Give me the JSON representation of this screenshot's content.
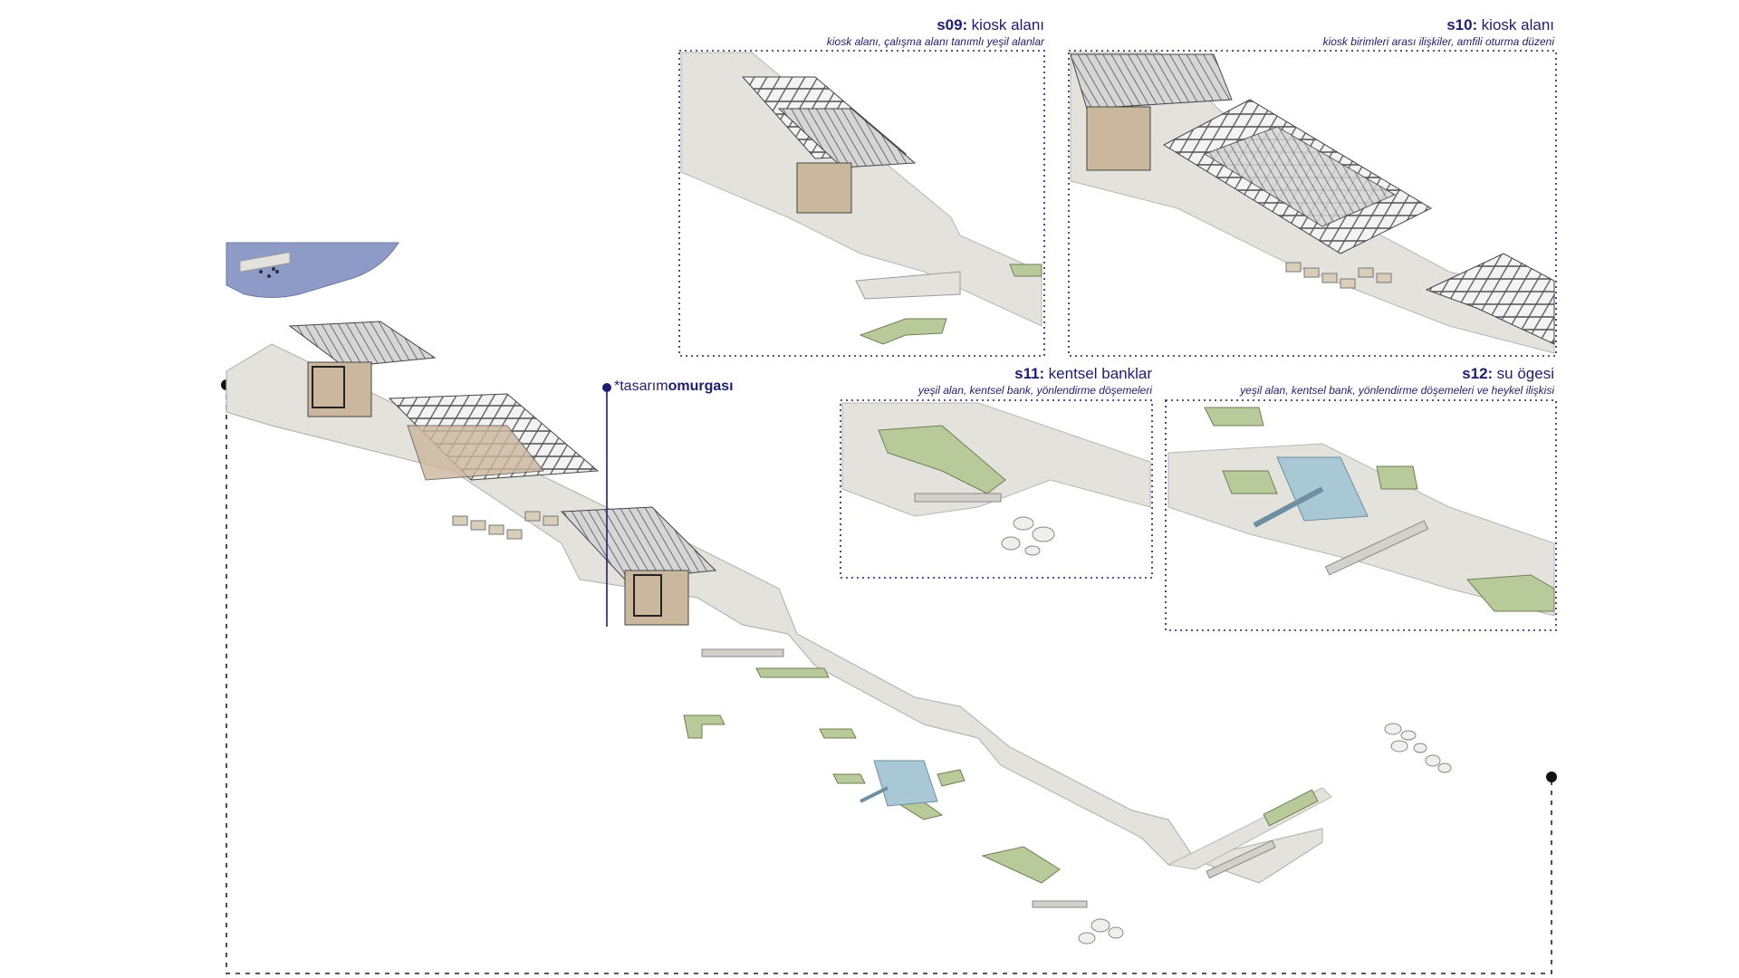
{
  "spine_label": {
    "prefix": "*tasarım",
    "bold": "omurgası"
  },
  "panels": [
    {
      "code": "s09:",
      "title": "kiosk alanı",
      "subtitle": "kiosk alanı, çalışma alanı tanımlı yeşil alanlar"
    },
    {
      "code": "s10:",
      "title": "kiosk alanı",
      "subtitle": "kiosk birimleri arası ilişkiler, amfili oturma düzeni"
    },
    {
      "code": "s11:",
      "title": "kentsel banklar",
      "subtitle": "yeşil alan, kentsel bank, yönlendirme döşemeleri"
    },
    {
      "code": "s12:",
      "title": "su ögesi",
      "subtitle": "yeşil alan, kentsel bank, yönlendirme döşemeleri ve heykel ilişkisi"
    }
  ],
  "colors": {
    "accent": "#1f1d6e",
    "paving": "#e4e2dd",
    "paving_edge": "#b9b6af",
    "green": "#b8c99a",
    "water": "#a9c8d6",
    "roof": "#7d7d7d",
    "wood": "#cbb79d",
    "plaza_blue": "#8f9bc7"
  }
}
